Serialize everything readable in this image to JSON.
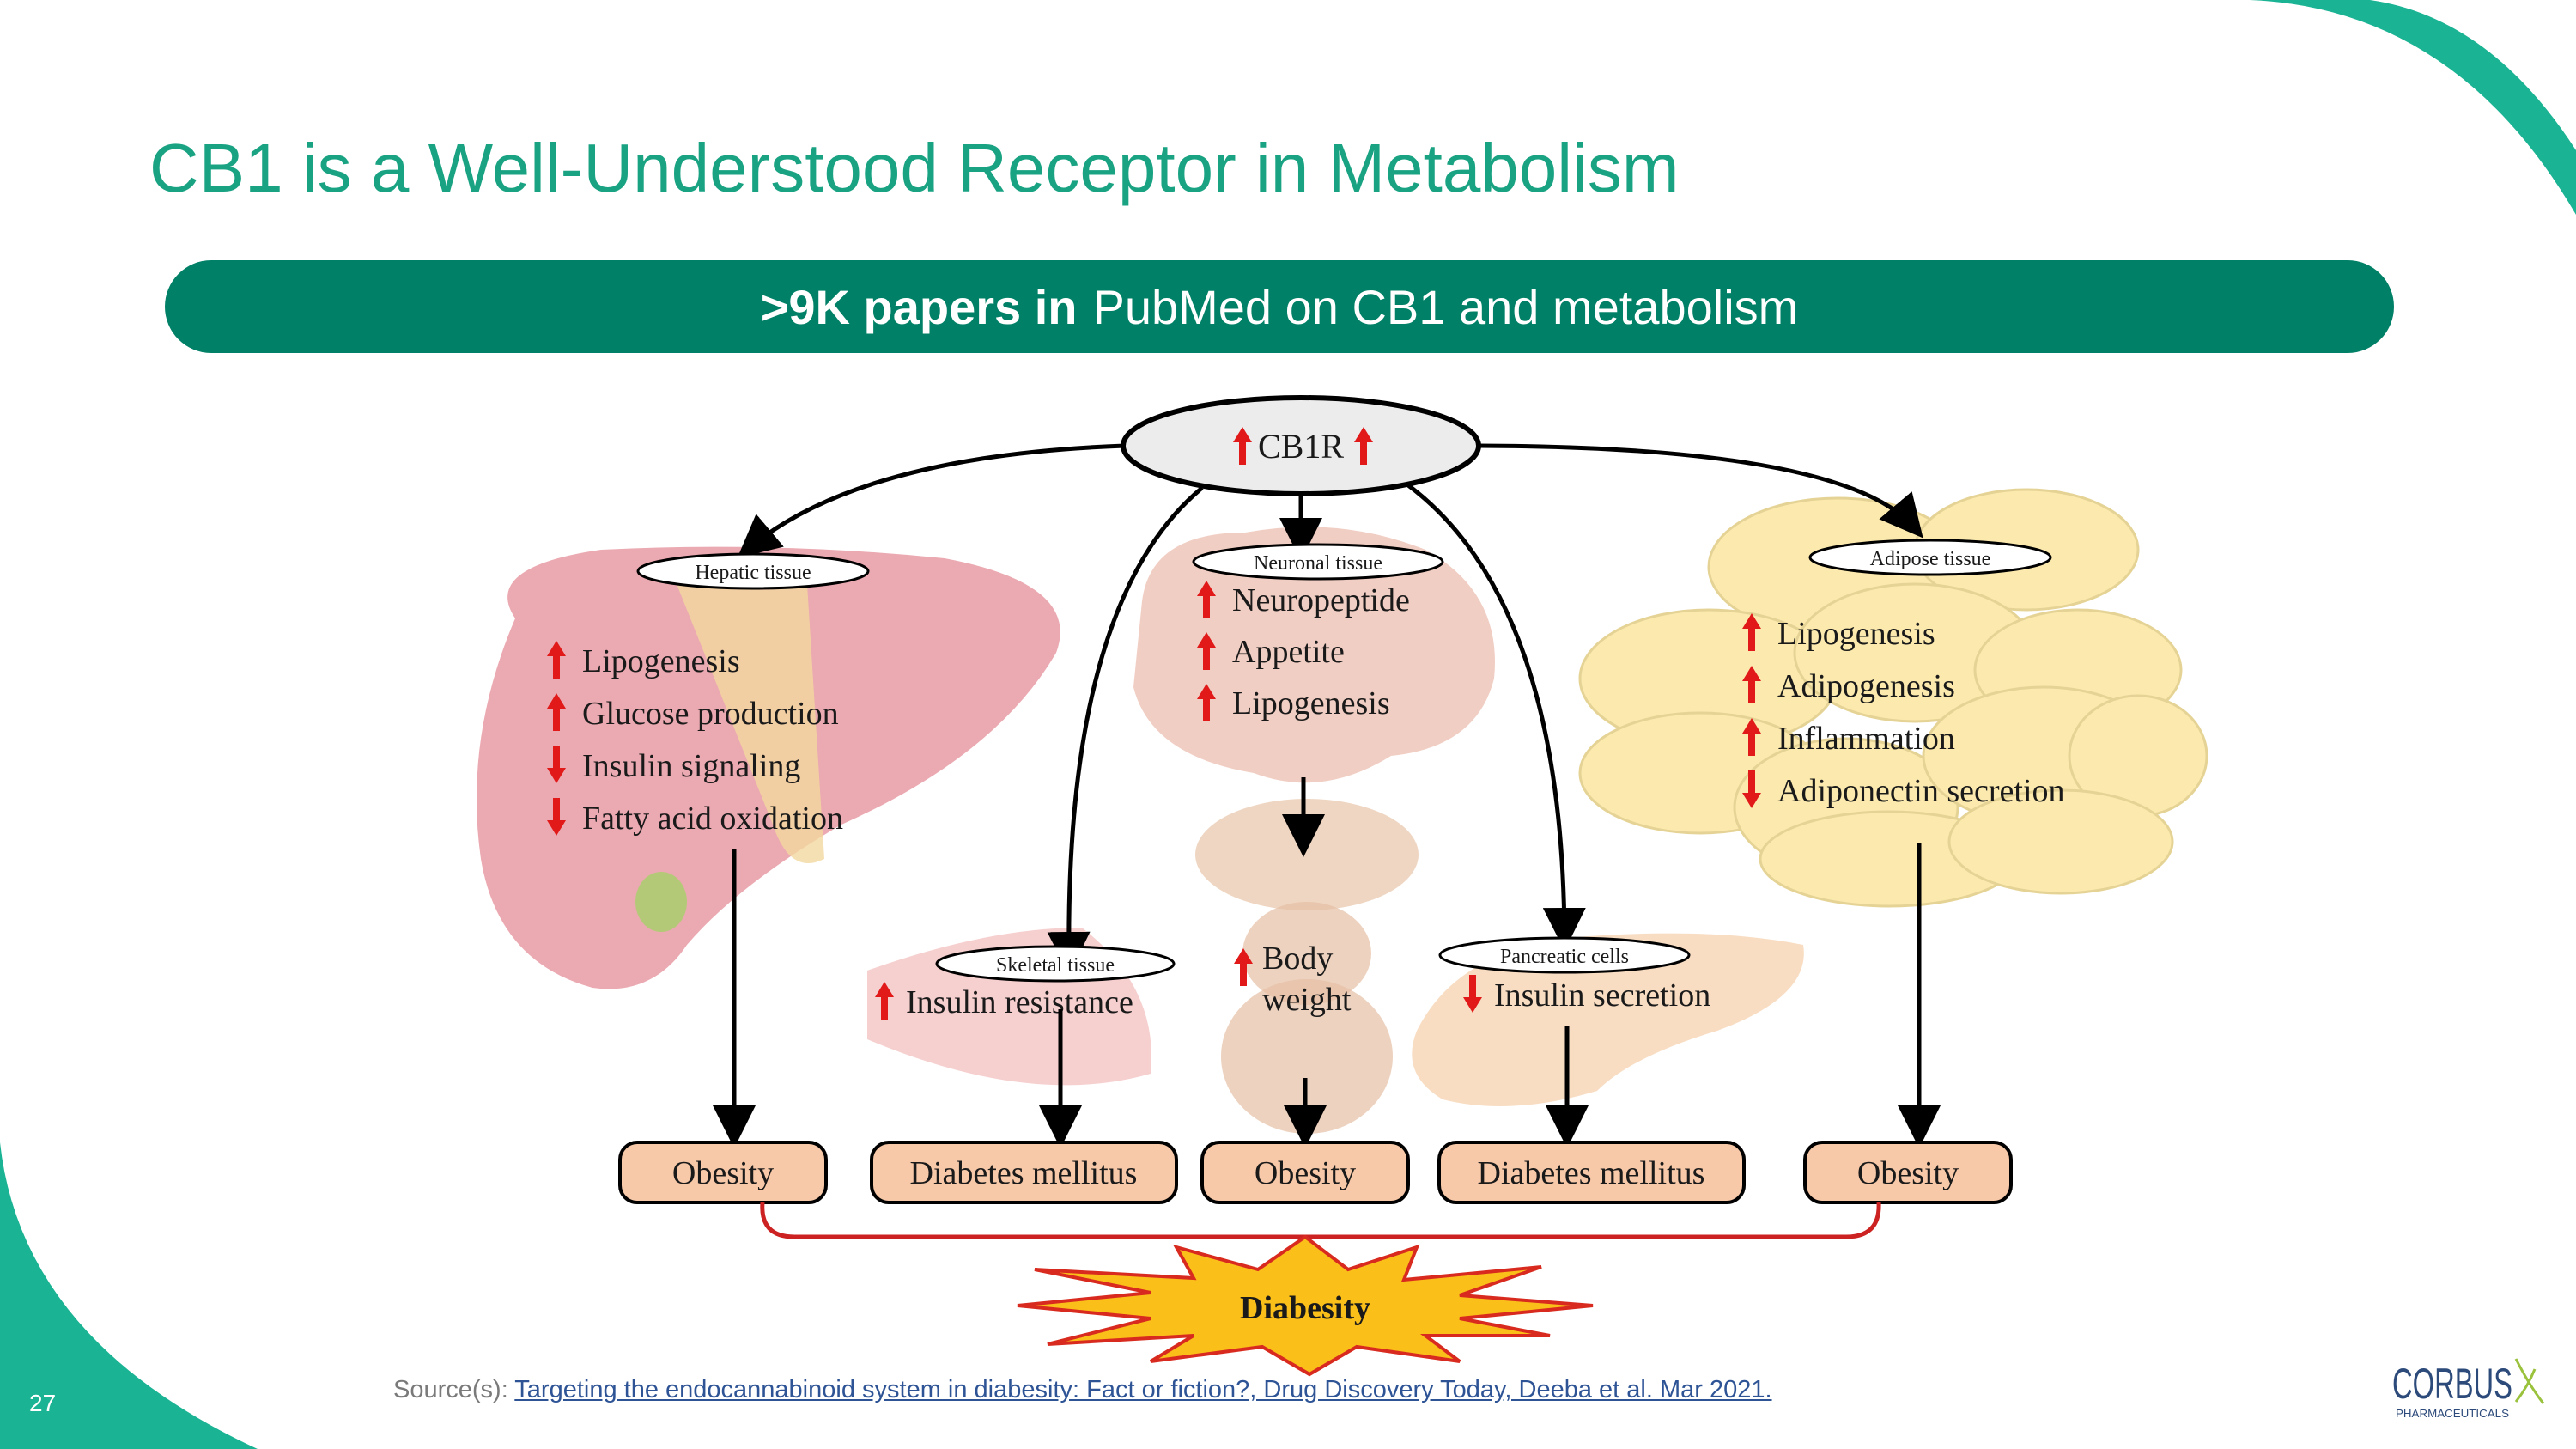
{
  "slide": {
    "title": "CB1 is a Well-Understood Receptor in Metabolism",
    "page_number": "27",
    "banner_bold": ">9K papers in",
    "banner_text": "PubMed on CB1 and metabolism",
    "source_prefix": "Source(s): ",
    "source_link": "Targeting the endocannabinoid system in diabesity: Fact or fiction?, Drug Discovery Today, Deeba et al. Mar 2021.",
    "logo_text": "CORBUS",
    "logo_subtext": "PHARMACEUTICALS",
    "accent_color": "#1aa383",
    "banner_color": "#008066"
  },
  "diagram": {
    "center": "CB1R",
    "hepatic": {
      "tissue": "Hepatic tissue",
      "effects": [
        {
          "text": "Lipogenesis",
          "dir": "up"
        },
        {
          "text": "Glucose production",
          "dir": "up"
        },
        {
          "text": "Insulin signaling",
          "dir": "down"
        },
        {
          "text": "Fatty acid oxidation",
          "dir": "down"
        }
      ]
    },
    "neuronal": {
      "tissue": "Neuronal tissue",
      "effects": [
        {
          "text": "Neuropeptide",
          "dir": "up"
        },
        {
          "text": "Appetite",
          "dir": "up"
        },
        {
          "text": "Lipogenesis",
          "dir": "up"
        }
      ]
    },
    "adipose": {
      "tissue": "Adipose tissue",
      "effects": [
        {
          "text": "Lipogenesis",
          "dir": "up"
        },
        {
          "text": "Adipogenesis",
          "dir": "up"
        },
        {
          "text": "Inflammation",
          "dir": "up"
        },
        {
          "text": "Adiponectin secretion",
          "dir": "down"
        }
      ]
    },
    "skeletal": {
      "tissue": "Skeletal tissue",
      "effect": "Insulin resistance",
      "dir": "up"
    },
    "body": {
      "line1": "Body",
      "line2": "weight",
      "dir": "up"
    },
    "pancreatic": {
      "tissue": "Pancreatic cells",
      "effect": "Insulin secretion",
      "dir": "down"
    },
    "outcomes": [
      "Obesity",
      "Diabetes mellitus",
      "Obesity",
      "Diabetes mellitus",
      "Obesity"
    ],
    "final": "Diabesity"
  }
}
